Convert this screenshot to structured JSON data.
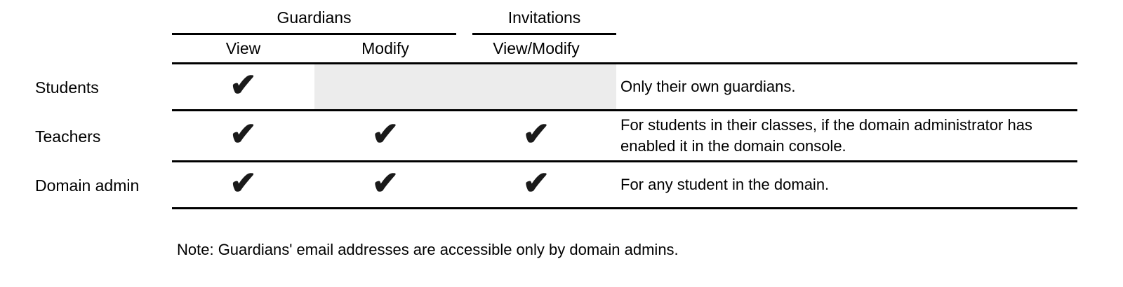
{
  "table": {
    "column_groups": [
      {
        "label": "Guardians",
        "columns": [
          "View",
          "Modify"
        ]
      },
      {
        "label": "Invitations",
        "columns": [
          "View/Modify"
        ]
      }
    ],
    "sub_headers": {
      "view": "View",
      "modify": "Modify",
      "view_modify": "View/Modify"
    },
    "rows": [
      {
        "label": "Students",
        "checks": {
          "view": true,
          "modify": false,
          "view_modify": false
        },
        "shaded": true,
        "note": "Only their own guardians."
      },
      {
        "label": "Teachers",
        "checks": {
          "view": true,
          "modify": true,
          "view_modify": true
        },
        "shaded": false,
        "note": "For students in their classes, if the domain administrator has enabled it in the domain console."
      },
      {
        "label": "Domain admin",
        "checks": {
          "view": true,
          "modify": true,
          "view_modify": true
        },
        "shaded": false,
        "note": "For any student in the domain."
      }
    ]
  },
  "glyphs": {
    "check": "✔"
  },
  "footnote": "Note: Guardians' email addresses are accessible only by domain admins.",
  "colors": {
    "shaded_cell": "#ececec",
    "line": "#000000",
    "text": "#000000"
  }
}
